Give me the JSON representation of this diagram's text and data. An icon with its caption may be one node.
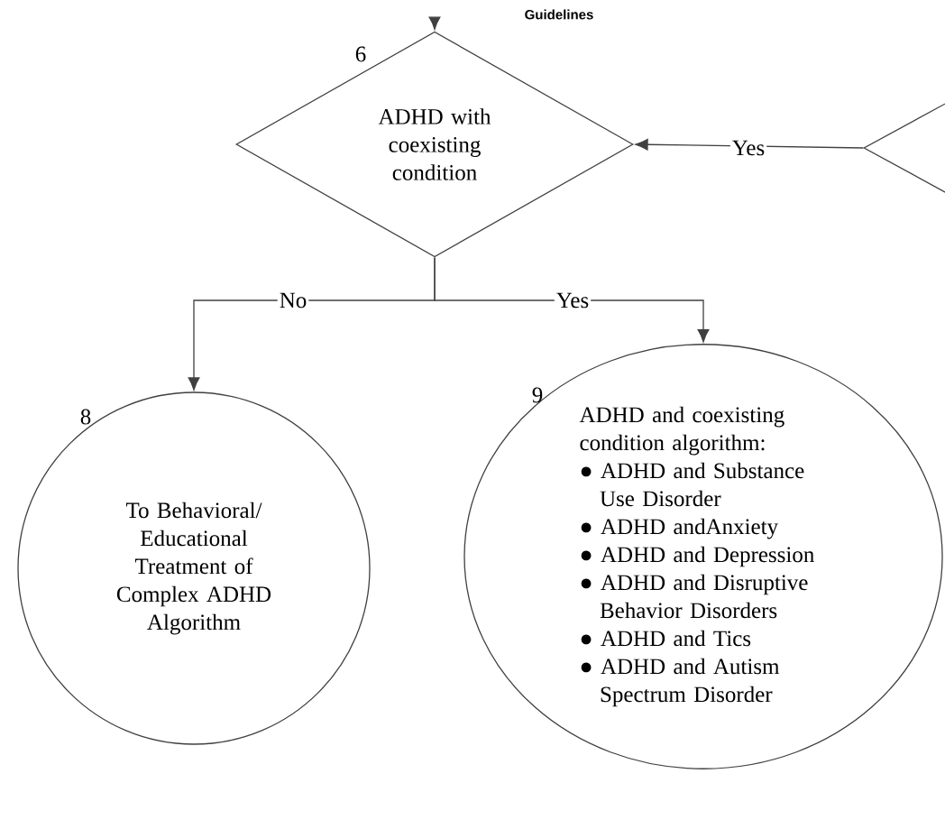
{
  "diagram": {
    "nodes": [
      {
        "text": [
          "ADHD with coexisting condition"
        ],
        "beside": [
          "6"
        ]
      },
      {
        "text": [],
        "shape": "diamond"
      },
      {
        "text": [
          "To Behavioral/ Educational Treatment of Complex ADHD Algorithm"
        ],
        "beside": [
          "8"
        ]
      },
      {
        "text": [
          "ADHD and coexisting condition algorithm:",
          "● ADHD and Substance Use Disorder",
          "● ADHD andAnxiety",
          "● ADHD and Depression",
          "● ADHD and Disruptive Behavior Disorders",
          "● ADHD and Tics",
          "● ADHD and Autism Spectrum Disorder"
        ],
        "beside": [
          "9"
        ]
      }
    ],
    "edges": [
      {
        "from": null,
        "to": 0,
        "arrow": "to"
      },
      {
        "from": 1,
        "to": 0,
        "arrow": "to",
        "label": "Yes"
      },
      {
        "from": 0,
        "to": 2,
        "arrow": "to",
        "label": "No"
      },
      {
        "from": 0,
        "to": 3,
        "arrow": "to",
        "label": "Yes"
      }
    ],
    "labels": [
      "Guidelines"
    ]
  }
}
